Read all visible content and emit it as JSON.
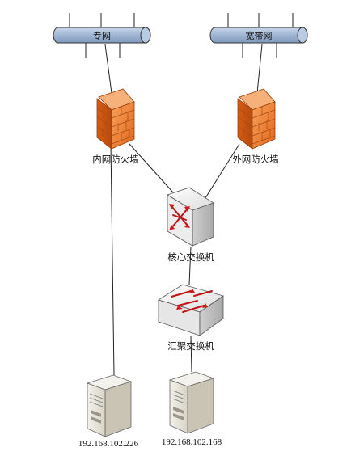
{
  "networks": {
    "private": "专网",
    "broadband": "宽带网"
  },
  "devices": {
    "internal_firewall": "内网防火墙",
    "external_firewall": "外网防火墙",
    "core_switch": "核心交换机",
    "aggregation_switch": "汇聚交换机"
  },
  "servers": {
    "left_ip": "192.168.102.226",
    "right_ip": "192.168.102.168"
  },
  "colors": {
    "bus_fill": "#a9bdd8",
    "firewall_fill": "#f07f2a",
    "switch_fill": "#f2f2f2",
    "arrow_red": "#d11b1b",
    "server_fill": "#e9e6dc"
  },
  "icons": [
    "network-bus-icon",
    "firewall-icon",
    "core-switch-icon",
    "aggregation-switch-icon",
    "server-icon"
  ]
}
